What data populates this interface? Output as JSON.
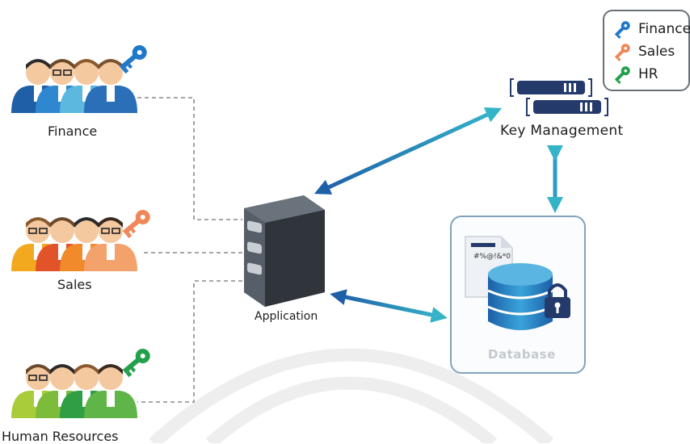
{
  "groups": {
    "finance_label": "Finance",
    "sales_label": "Sales",
    "hr_label": "Human Resources"
  },
  "application_label": "Application",
  "key_management_label": "Key Management",
  "database": {
    "label": "Database",
    "doc_text": "#%@!&*0"
  },
  "legend": {
    "items": [
      {
        "label": "Finance",
        "color": "#1f78c8"
      },
      {
        "label": "Sales",
        "color": "#f0875a"
      },
      {
        "label": "HR",
        "color": "#22a04b"
      }
    ]
  },
  "colors": {
    "finance_key": "#1f78c8",
    "sales_key": "#f0875a",
    "hr_key": "#22a04b",
    "arrow": "#2f8fc4",
    "dashed_line": "#8a8a8a",
    "server_body": "#3d444c",
    "key_server": "#243a6b"
  }
}
